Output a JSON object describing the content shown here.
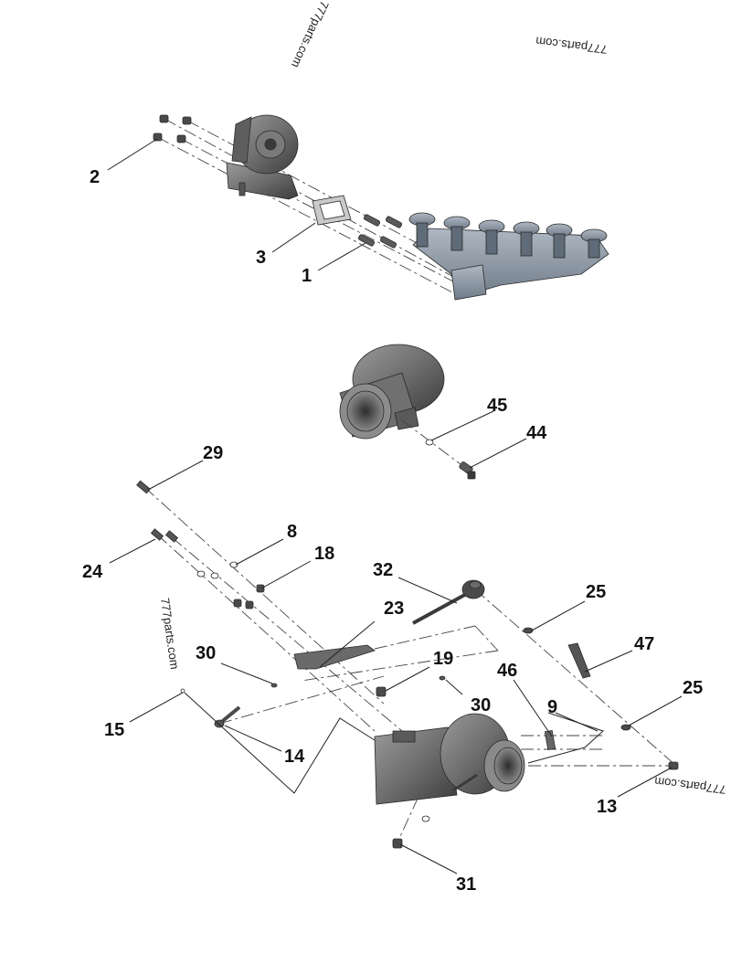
{
  "watermark": "777parts.com",
  "callouts": [
    {
      "id": "1",
      "label": "1"
    },
    {
      "id": "2",
      "label": "2"
    },
    {
      "id": "3",
      "label": "3"
    },
    {
      "id": "45",
      "label": "45"
    },
    {
      "id": "44",
      "label": "44"
    },
    {
      "id": "29",
      "label": "29"
    },
    {
      "id": "8",
      "label": "8"
    },
    {
      "id": "18",
      "label": "18"
    },
    {
      "id": "24",
      "label": "24"
    },
    {
      "id": "32",
      "label": "32"
    },
    {
      "id": "25a",
      "label": "25"
    },
    {
      "id": "23",
      "label": "23"
    },
    {
      "id": "47",
      "label": "47"
    },
    {
      "id": "30a",
      "label": "30"
    },
    {
      "id": "19",
      "label": "19"
    },
    {
      "id": "46",
      "label": "46"
    },
    {
      "id": "30b",
      "label": "30"
    },
    {
      "id": "25b",
      "label": "25"
    },
    {
      "id": "9",
      "label": "9"
    },
    {
      "id": "15",
      "label": "15"
    },
    {
      "id": "14",
      "label": "14"
    },
    {
      "id": "13",
      "label": "13"
    },
    {
      "id": "31",
      "label": "31"
    }
  ],
  "colors": {
    "manifold": "#8e99a6",
    "turbo": "#6b6b6b",
    "hardware": "#5a5a5a",
    "background": "#ffffff"
  }
}
